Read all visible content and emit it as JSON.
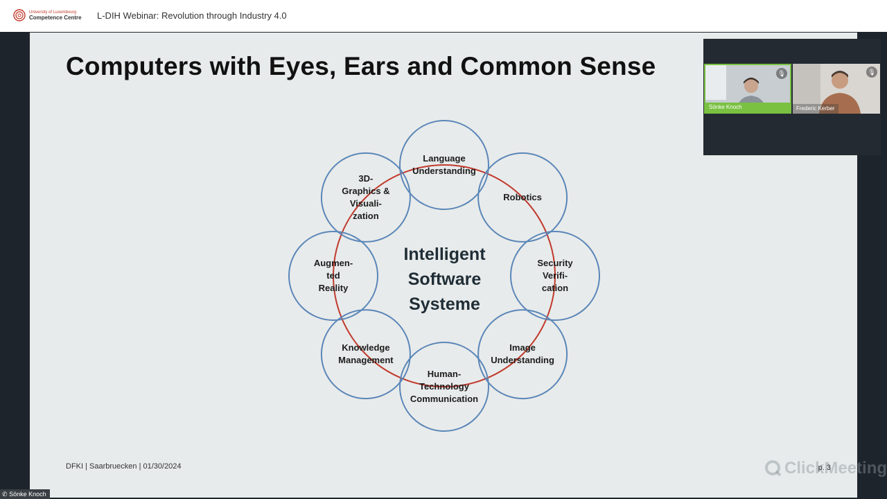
{
  "header": {
    "logo_line1": "University of Luxembourg",
    "logo_line2": "Competence Centre",
    "title": "L-DIH Webinar: Revolution through Industry 4.0"
  },
  "slide": {
    "title": "Computers with Eyes, Ears and Common Sense",
    "center": [
      "Intelligent",
      "Software",
      "Systeme"
    ],
    "nodes": [
      {
        "key": "language",
        "lines": [
          "Language",
          "Understanding"
        ]
      },
      {
        "key": "robotics",
        "lines": [
          "Robotics"
        ]
      },
      {
        "key": "security",
        "lines": [
          "Security",
          "Verifi-",
          "cation"
        ]
      },
      {
        "key": "image",
        "lines": [
          "Image",
          "Understanding"
        ]
      },
      {
        "key": "human-tech",
        "lines": [
          "Human-",
          "Technology",
          "Communication"
        ]
      },
      {
        "key": "knowledge",
        "lines": [
          "Knowledge",
          "Management"
        ]
      },
      {
        "key": "ar",
        "lines": [
          "Augmen-",
          "ted",
          "Reality"
        ]
      },
      {
        "key": "graphics",
        "lines": [
          "3D-",
          "Graphics &",
          "Visuali-",
          "zation"
        ]
      }
    ],
    "footer": "DFKI | Saarbruecken | 01/30/2024",
    "page": "p. 3",
    "watermark": "ClickMeeting"
  },
  "participants": [
    {
      "name": "Sönke Knoch"
    },
    {
      "name": "Frederic Kerber"
    }
  ],
  "active_speaker": "Sönke Knoch",
  "colors": {
    "ring": "#c0392b",
    "circle": "#5a86b8",
    "active_tile": "#7ac142"
  }
}
